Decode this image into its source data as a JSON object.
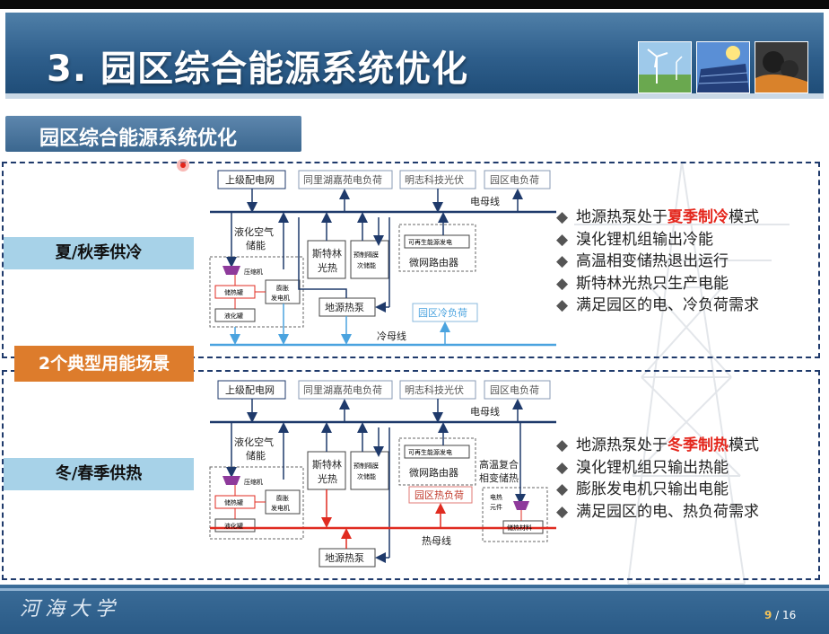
{
  "slide": {
    "title": "3. 园区综合能源系统优化",
    "subtitle": "园区综合能源系统优化",
    "scene_count_label": "2个典型用能场景",
    "page_current": "9",
    "page_sep": " / ",
    "page_total": "16",
    "logo_text": "河海大学"
  },
  "photos": [
    "wind-turbine-photo",
    "solar-panel-photo",
    "coal-photo"
  ],
  "colors": {
    "title_bar": "#2f5f8c",
    "highlight": "#e4251b",
    "scene_label_bg": "#a7d2e8",
    "scene_count_bg": "#dd7c2c",
    "electric_bus": "#1f3a6b",
    "cold_bus": "#4aa3df",
    "heat_bus": "#e02b20"
  },
  "scenarios": [
    {
      "label": "夏/秋季供冷",
      "bullets": [
        {
          "pre": "地源热泵处于",
          "hl": "夏季制冷",
          "post": "模式"
        },
        {
          "pre": "溴化锂机组输出冷能",
          "hl": "",
          "post": ""
        },
        {
          "pre": "高温相变储热退出运行",
          "hl": "",
          "post": ""
        },
        {
          "pre": "斯特林光热只生产电能",
          "hl": "",
          "post": ""
        },
        {
          "pre": "满足园区的电、冷负荷需求",
          "hl": "",
          "post": ""
        }
      ],
      "diagram": {
        "grid": "上级配电网",
        "load1": "同里湖嘉苑电负荷",
        "pv": "明志科技光伏",
        "load2": "园区电负荷",
        "ebus": "电母线",
        "laes1": "液化空气",
        "laes2": "储能",
        "compressor": "压缩机",
        "storage_tank": "储热罐",
        "expander1": "膨胀",
        "expander2": "发电机",
        "liquefier": "液化罐",
        "stirling1": "斯特林",
        "stirling2": "光热",
        "lithium1": "预制隔膜",
        "lithium2": "次储能",
        "router_small": "可再生能源发电",
        "router": "微网路由器",
        "gshp": "地源热泵",
        "load3": "园区冷负荷",
        "bus2": "冷母线"
      }
    },
    {
      "label": "冬/春季供热",
      "bullets": [
        {
          "pre": "地源热泵处于",
          "hl": "冬季制热",
          "post": "模式"
        },
        {
          "pre": "溴化锂机组只输出热能",
          "hl": "",
          "post": ""
        },
        {
          "pre": "膨胀发电机只输出电能",
          "hl": "",
          "post": ""
        },
        {
          "pre": "满足园区的电、热负荷需求",
          "hl": "",
          "post": ""
        }
      ],
      "diagram": {
        "grid": "上级配电网",
        "load1": "同里湖嘉苑电负荷",
        "pv": "明志科技光伏",
        "load2": "园区电负荷",
        "ebus": "电母线",
        "laes1": "液化空气",
        "laes2": "储能",
        "compressor": "压缩机",
        "storage_tank": "储热罐",
        "expander1": "膨胀",
        "expander2": "发电机",
        "liquefier": "液化罐",
        "stirling1": "斯特林",
        "stirling2": "光热",
        "lithium1": "预制隔膜",
        "lithium2": "次储能",
        "router_small": "可再生能源发电",
        "router": "微网路由器",
        "load3": "园区热负荷",
        "pcm1": "高温复合",
        "pcm2": "相变储热",
        "heater1": "电热",
        "heater2": "元件",
        "heat_material": "储热材料",
        "gshp": "地源热泵",
        "bus2": "热母线"
      }
    }
  ]
}
